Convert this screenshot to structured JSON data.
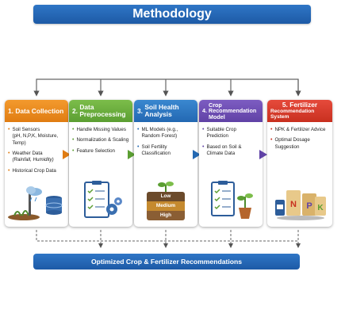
{
  "title": "Methodology",
  "stages": [
    {
      "number": "1.",
      "name": "Data Collection",
      "items": [
        {
          "main": "Soil Sensors",
          "sub": "(pH, N,P,K, Moisture, Temp)"
        },
        {
          "main": "Weather Data",
          "sub": "(Rainfall, Humidity)"
        },
        {
          "main": "Historical Crop Data",
          "sub": ""
        }
      ],
      "color": "#e07c12",
      "icon": "sensor-weather-database-icon"
    },
    {
      "number": "2.",
      "name": "Data Preprocessing",
      "items": [
        {
          "main": "Handle Missing Values",
          "sub": ""
        },
        {
          "main": "Normalization & Scaling",
          "sub": ""
        },
        {
          "main": "Feature Selection",
          "sub": ""
        }
      ],
      "color": "#5b9e32",
      "icon": "checklist-gears-icon"
    },
    {
      "number": "3.",
      "name": "Soil Health Analysis",
      "items": [
        {
          "main": "ML Models (e.g., Random Forest)",
          "sub": ""
        },
        {
          "main": "Soil Fertility Classification",
          "sub": ""
        }
      ],
      "levels": [
        "Low",
        "Medium",
        "High"
      ],
      "color": "#2368b2",
      "icon": "soil-layers-sprout-icon"
    },
    {
      "number": "4.",
      "name": "Crop Recommendation Model",
      "items": [
        {
          "main": "Suitable Crop Prediction",
          "sub": ""
        },
        {
          "main": "Based on Soil & Climate Data",
          "sub": ""
        }
      ],
      "color": "#6042a6",
      "icon": "clipboard-plant-icon"
    },
    {
      "number": "5.",
      "name": "Fertilizer",
      "subname": "Recommendation System",
      "items": [
        {
          "main": "NPK & Fertilizer Advice",
          "sub": ""
        },
        {
          "main": "Optimal Dosage Suggestion",
          "sub": ""
        }
      ],
      "bag_letters": [
        "N",
        "P",
        "K"
      ],
      "color": "#c8301f",
      "icon": "fertilizer-bags-icon"
    }
  ],
  "output": "Optimized Crop & Fertilizer Recommendations"
}
